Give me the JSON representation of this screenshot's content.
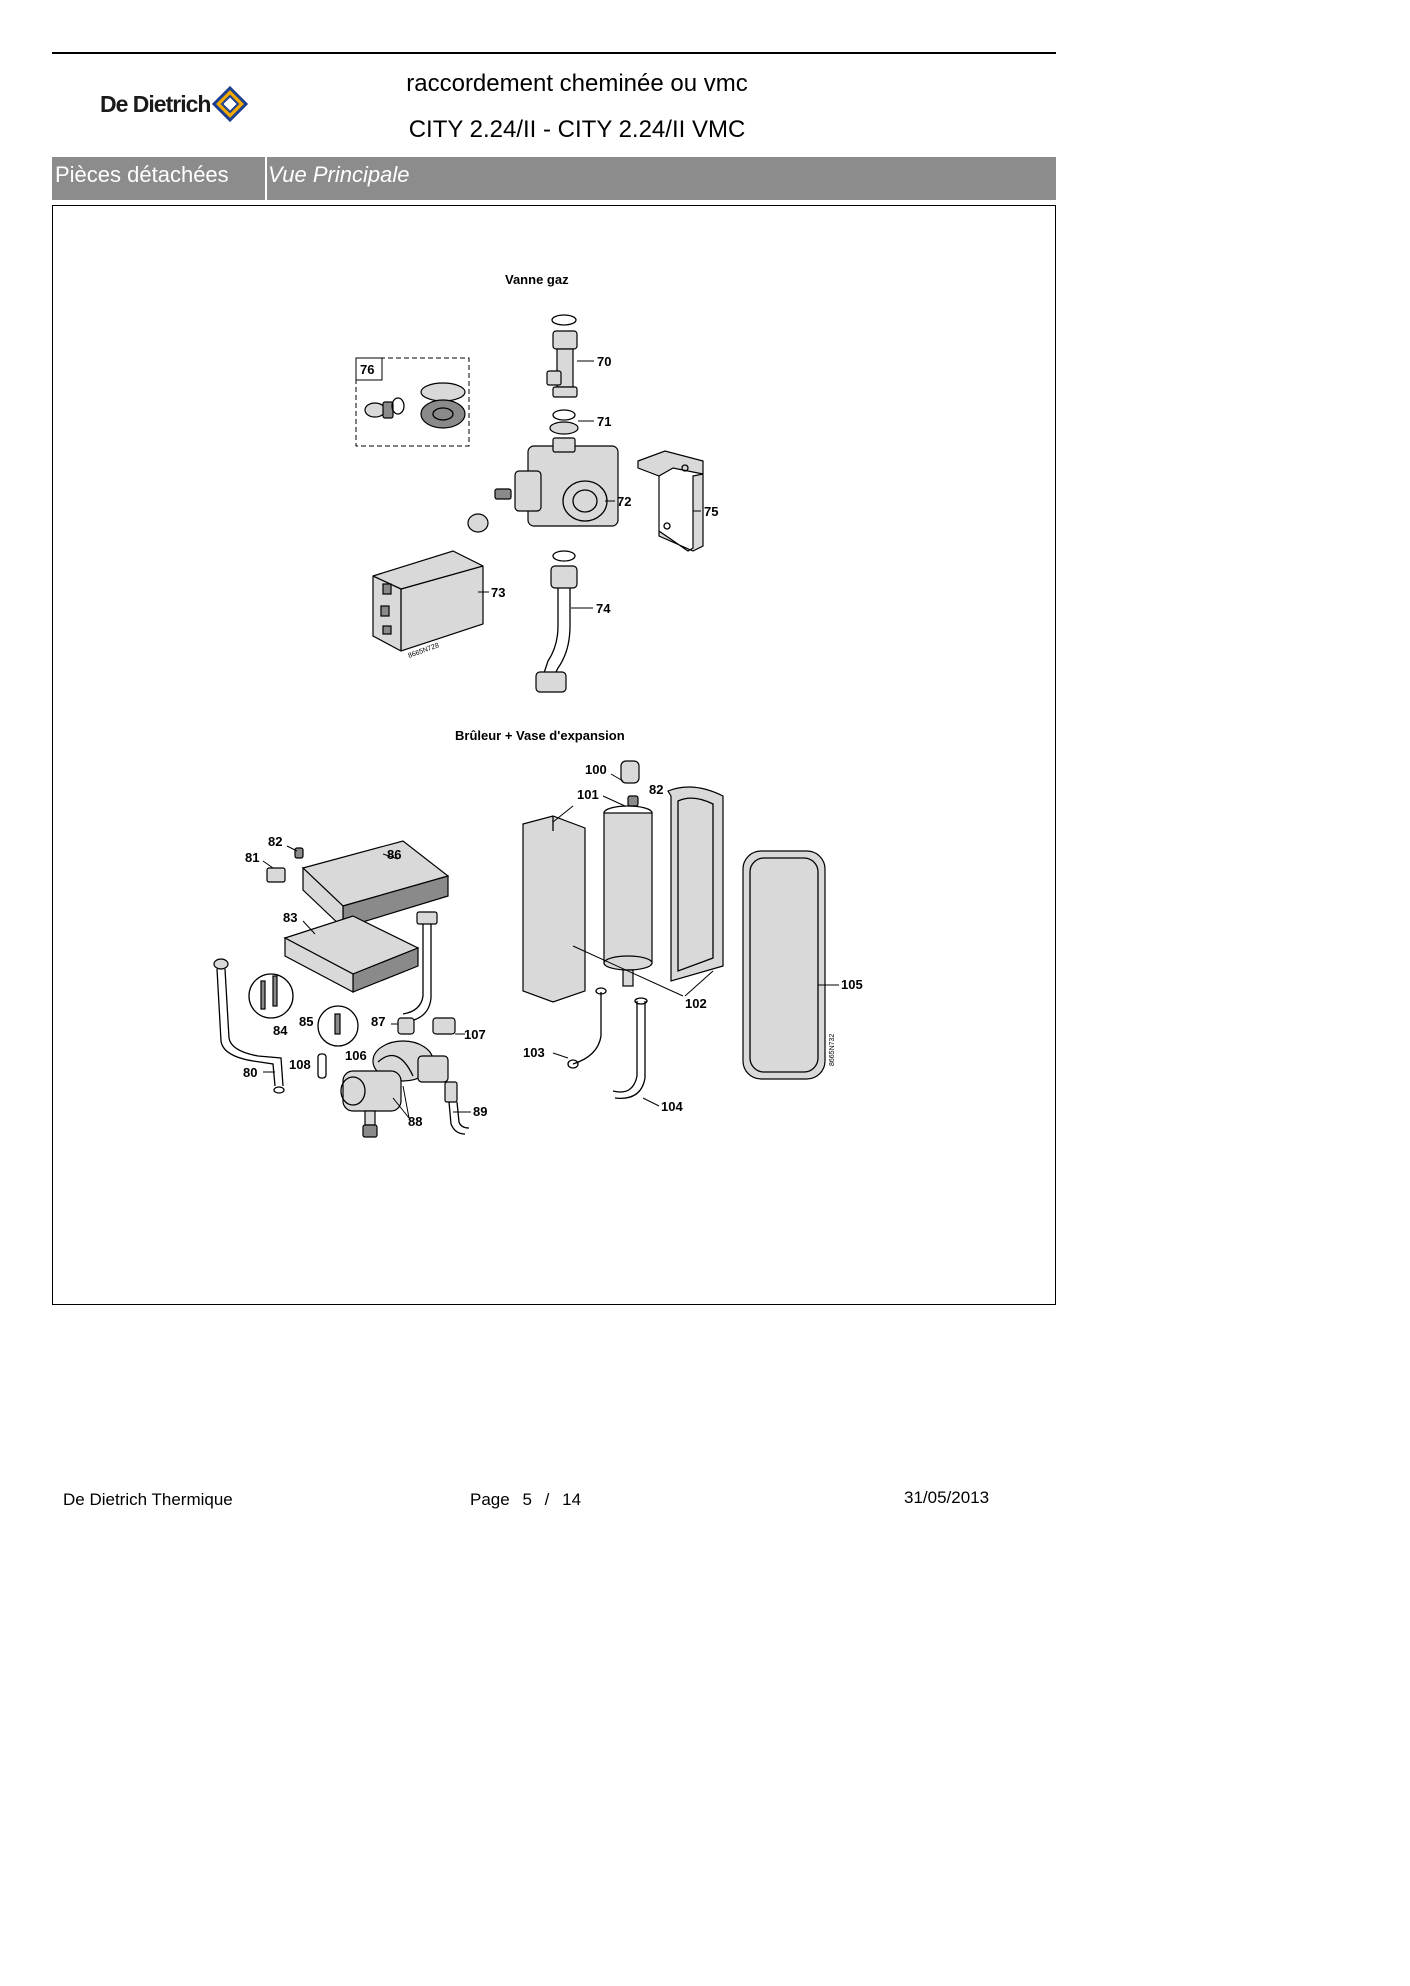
{
  "brand": {
    "name": "De Dietrich"
  },
  "header": {
    "title": "raccordement cheminée ou vmc",
    "subtitle": "CITY 2.24/II - CITY 2.24/II VMC"
  },
  "section_bar": {
    "left": "Pièces détachées",
    "right": "Vue Principale"
  },
  "diagram": {
    "top_section_title": "Vanne gaz",
    "bottom_section_title": "Brûleur + Vase d'expansion",
    "top_ref": "8665N728",
    "bottom_ref": "8665N732",
    "callouts": {
      "c70": "70",
      "c71": "71",
      "c72": "72",
      "c73": "73",
      "c74": "74",
      "c75": "75",
      "c76": "76",
      "c100": "100",
      "c101": "101",
      "c82a": "82",
      "c82b": "82",
      "c81": "81",
      "c86": "86",
      "c83": "83",
      "c84": "84",
      "c85": "85",
      "c87": "87",
      "c107": "107",
      "c106": "106",
      "c108": "108",
      "c80": "80",
      "c88": "88",
      "c89": "89",
      "c102": "102",
      "c103": "103",
      "c104": "104",
      "c105": "105"
    }
  },
  "footer": {
    "company": "De Dietrich Thermique",
    "page_label": "Page",
    "page_current": "5",
    "page_sep": "/",
    "page_total": "14",
    "date": "31/05/2013"
  }
}
